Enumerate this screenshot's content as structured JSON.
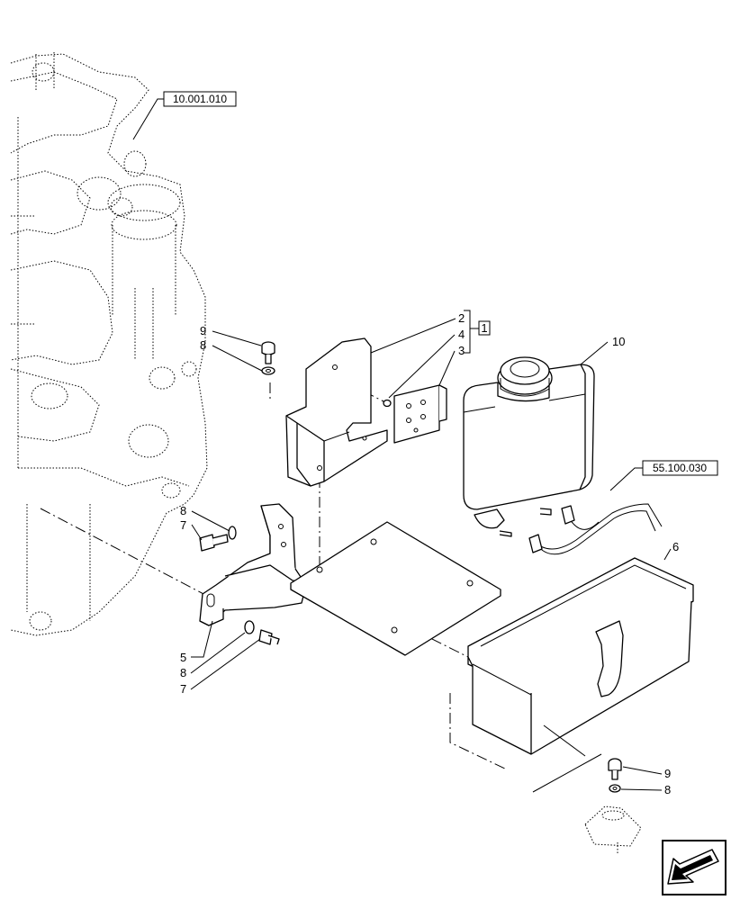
{
  "references": {
    "engine": "10.001.010",
    "harness": "55.100.030"
  },
  "kit_label": "1",
  "callouts": {
    "p2": "2",
    "p4": "4",
    "p3": "3",
    "p10": "10",
    "p6": "6",
    "p9_top": "9",
    "p8_top": "8",
    "p8_left": "8",
    "p7_left": "7",
    "p5": "5",
    "p8_low": "8",
    "p7_low": "7",
    "p9_right": "9",
    "p8_right": "8"
  },
  "nav_icon": "arrow-nav-icon"
}
